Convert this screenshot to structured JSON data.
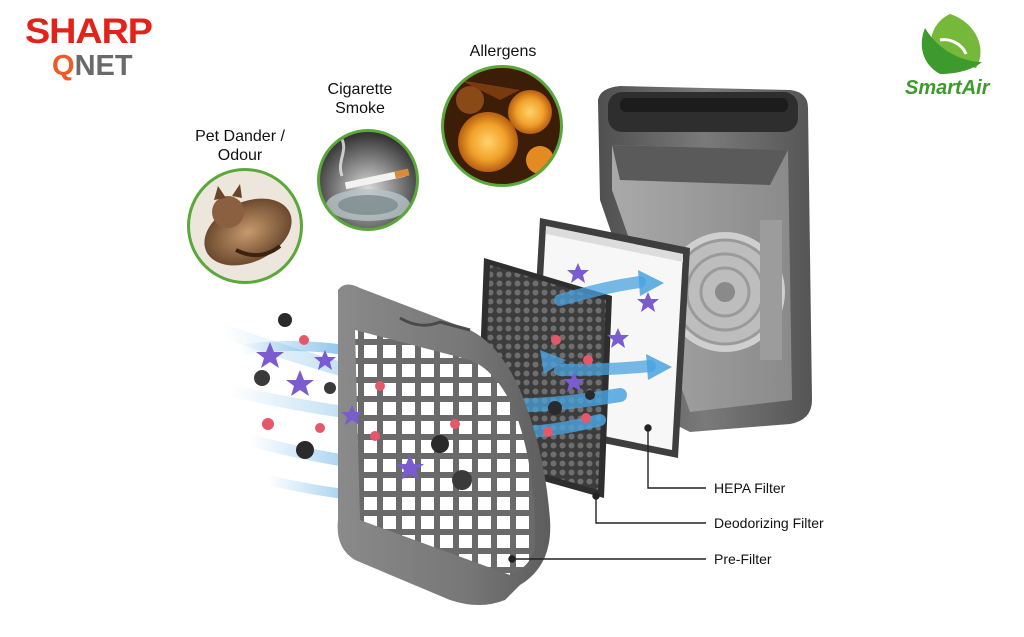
{
  "brands": {
    "sharp": "SHARP",
    "qnet_q": "Q",
    "qnet_rest": "NET",
    "smartair": "SmartAir"
  },
  "callouts": {
    "pet_dander_line1": "Pet Dander /",
    "pet_dander_line2": "Odour",
    "cigarette_line1": "Cigarette",
    "cigarette_line2": "Smoke",
    "allergens": "Allergens"
  },
  "parts": {
    "hepa": "HEPA Filter",
    "deodorizing": "Deodorizing Filter",
    "prefilter": "Pre-Filter"
  },
  "colors": {
    "sharp_red": "#e2231a",
    "qnet_orange": "#f05a28",
    "smartair_green": "#3d9a2c",
    "circle_border": "#5aa83a",
    "unit_gray": "#6b6b6b",
    "airflow_blue": "#4aa3df"
  },
  "icons": [
    "smartair-leaf-logo",
    "cat-photo",
    "cigarette-photo",
    "pollen-photo",
    "airflow-arrow",
    "particle-dot",
    "allergen-star"
  ]
}
